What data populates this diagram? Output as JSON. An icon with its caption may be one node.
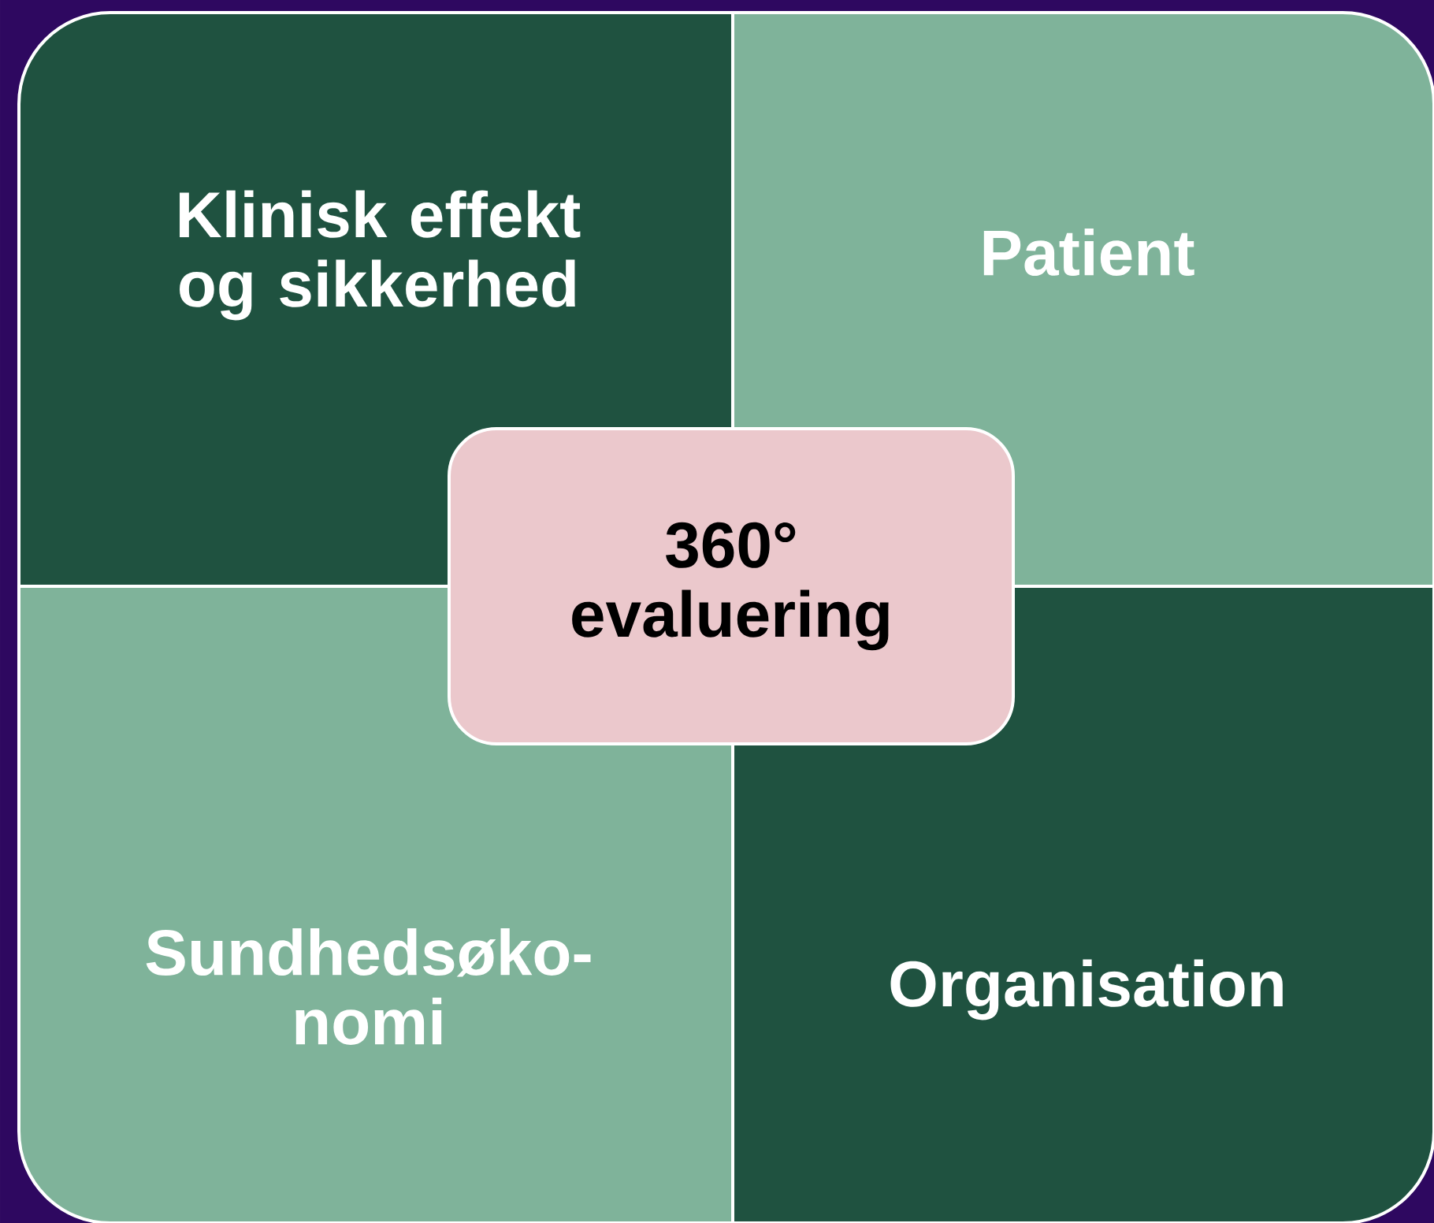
{
  "diagram": {
    "nodes": [
      {
        "text": [
          "Klinisk effekt og sikkerhed"
        ]
      },
      {
        "text": [
          "Patient"
        ]
      },
      {
        "text": [
          "360° evaluering"
        ]
      },
      {
        "text": [
          "Sundhedsøko- nomi"
        ]
      },
      {
        "text": [
          "Organisation"
        ]
      }
    ]
  }
}
